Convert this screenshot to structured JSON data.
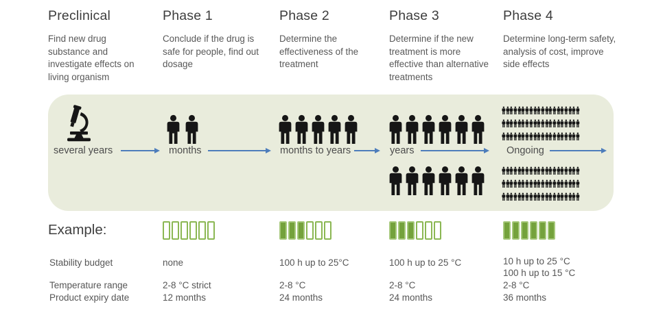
{
  "phases": [
    {
      "title": "Preclinical",
      "description": "Find new drug substance and investigate effects on living organism",
      "band": {
        "duration": "several years",
        "icon": "microscope"
      }
    },
    {
      "title": "Phase 1",
      "description": "Conclude if the drug is safe for people, find out dosage",
      "band": {
        "duration": "months",
        "people": 2
      },
      "example": {
        "battery": {
          "filled": 0,
          "total": 6
        },
        "stability": [
          "none"
        ],
        "temperature": "2-8 °C strict",
        "expiry": "12 months"
      }
    },
    {
      "title": "Phase 2",
      "description": "Determine the effectiveness of the treatment",
      "band": {
        "duration": "months to years",
        "people": 5
      },
      "example": {
        "battery": {
          "filled": 3,
          "total": 6
        },
        "stability": [
          "100 h up to 25°C"
        ],
        "temperature": "2-8 °C",
        "expiry": "24 months"
      }
    },
    {
      "title": "Phase 3",
      "description": "Determine if the new treatment is more effective than alternative treatments",
      "band": {
        "duration": "years",
        "people_rows": [
          6,
          6
        ]
      },
      "example": {
        "battery": {
          "filled": 3,
          "total": 6
        },
        "stability": [
          "100 h up to 25 °C"
        ],
        "temperature": "2-8 °C",
        "expiry": "24 months"
      }
    },
    {
      "title": "Phase 4",
      "description": "Determine long-term safety, analysis of cost, improve side effects",
      "band": {
        "duration": "Ongoing",
        "small_people_rows": [
          20,
          20,
          20,
          20,
          20,
          20
        ]
      },
      "example": {
        "battery": {
          "filled": 6,
          "total": 6
        },
        "stability": [
          "10 h up to 25 °C",
          "100 h up to 15 °C"
        ],
        "temperature": "2-8 °C",
        "expiry": "36 months"
      }
    }
  ],
  "example_section": {
    "title": "Example:",
    "row_labels": {
      "stability": "Stability budget",
      "temperature": "Temperature range",
      "expiry": "Product expiry date"
    }
  },
  "colors": {
    "band_background": "#e9ecdc",
    "arrow_blue": "#4d7dbb",
    "battery_fill_green": "#74a23c",
    "battery_border_green": "#8bb753",
    "icon_black": "#161616"
  }
}
